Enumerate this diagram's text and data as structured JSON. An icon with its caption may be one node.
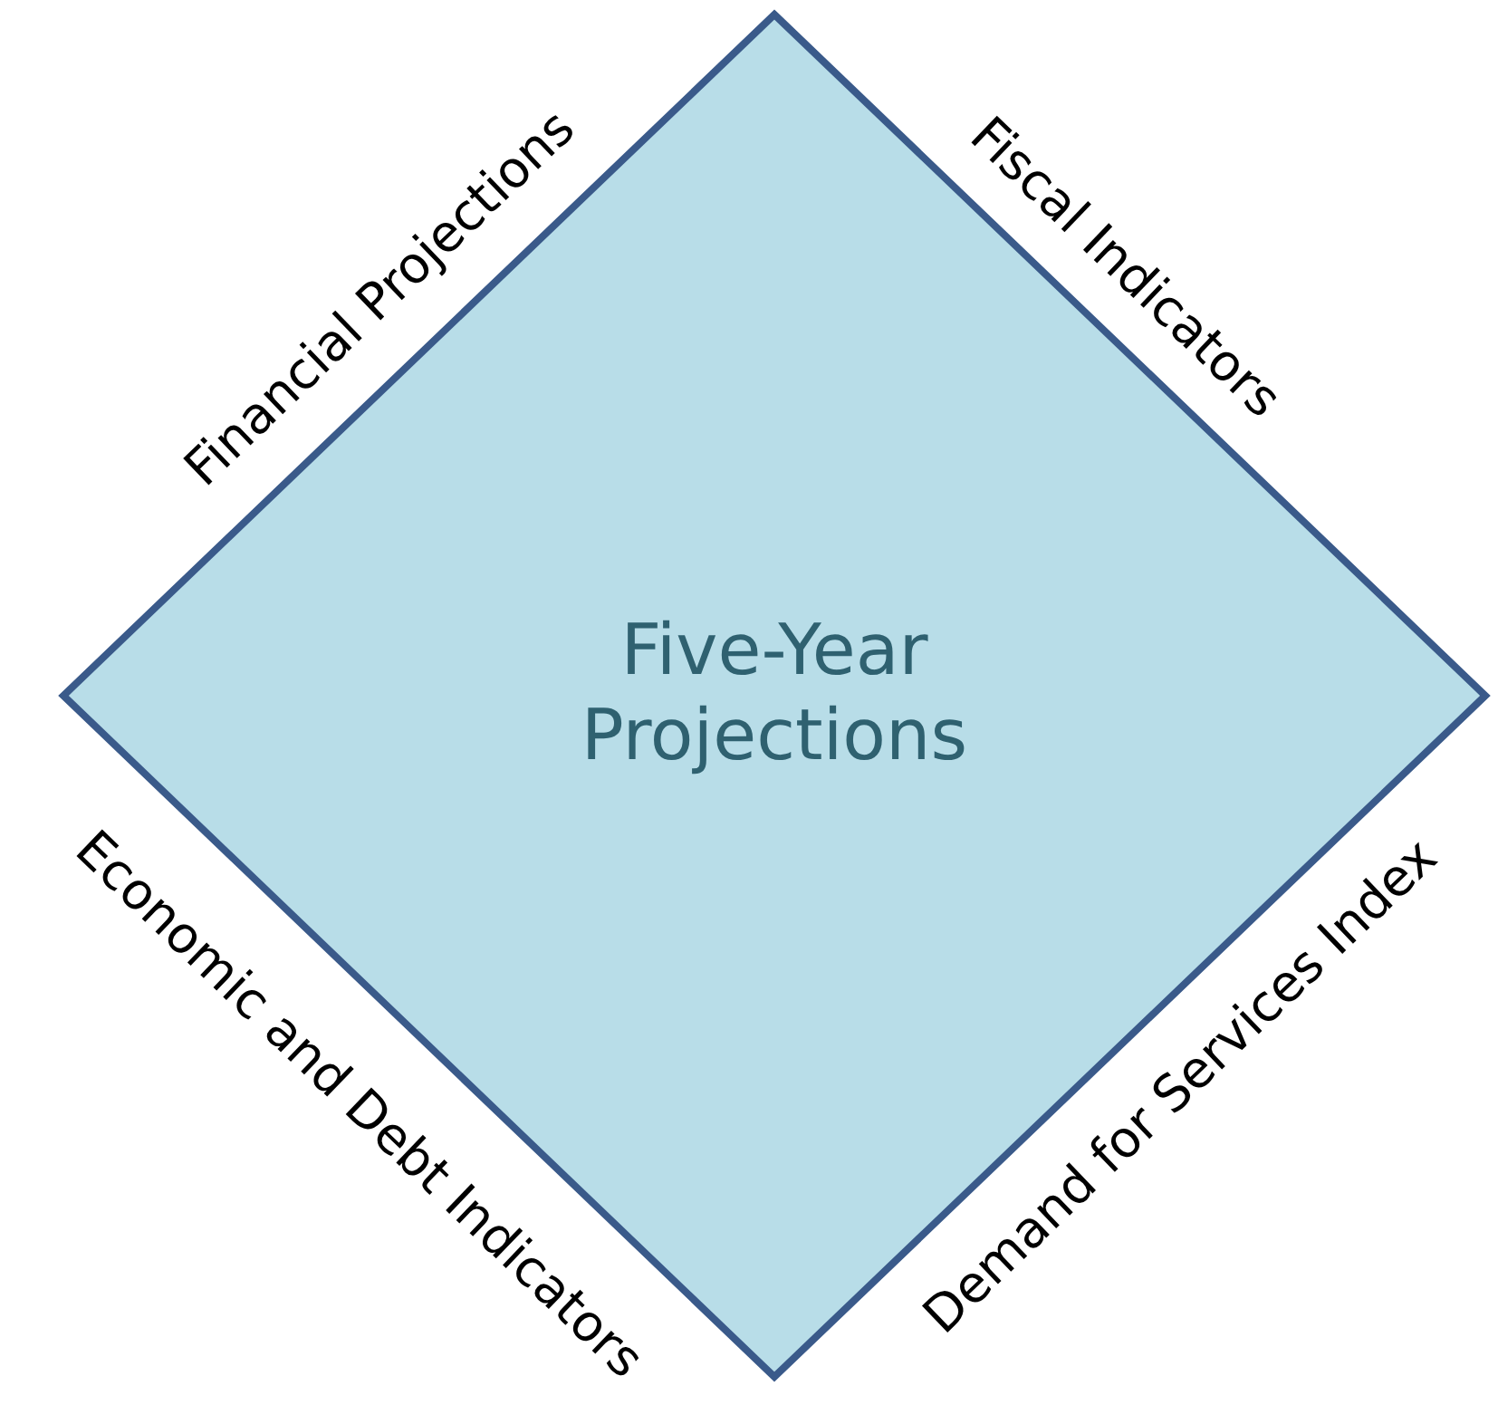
{
  "diagram": {
    "nodes": [
      {
        "text": [
          "Five-Year Projections"
        ]
      }
    ],
    "labels": [
      "Financial Projections",
      "Fiscal Indicators",
      "Economic and Debt Indicators",
      "Demand for Services Index"
    ]
  }
}
